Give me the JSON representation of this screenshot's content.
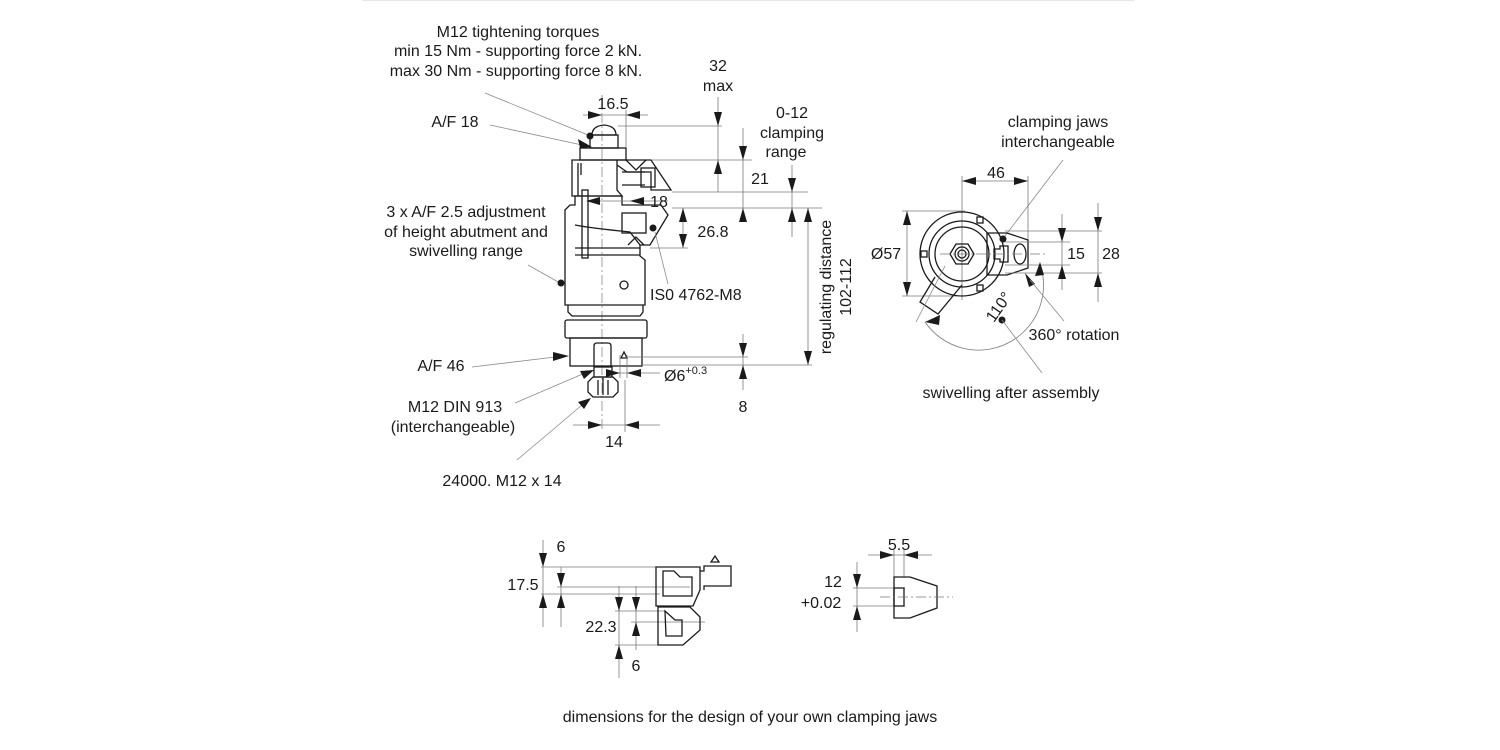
{
  "main_view": {
    "torque_note": {
      "line1": "M12 tightening torques",
      "line2": "min 15 Nm - supporting force 2 kN.",
      "line3": "max 30 Nm - supporting force 8 kN."
    },
    "af18": "A/F 18",
    "dim_16_5": "16.5",
    "dim_32": "32",
    "dim_32_max": "max",
    "clamping_range": {
      "line1": "0-12",
      "line2": "clamping",
      "line3": "range"
    },
    "dim_21": "21",
    "dim_18": "18",
    "dim_26_8": "26.8",
    "adjustment_note": {
      "line1": "3 x A/F 2.5 adjustment",
      "line2": "of height abutment and",
      "line3": "swivelling range"
    },
    "iso_screw": "IS0 4762-M8",
    "regulating": {
      "line1": "regulating distance",
      "line2": "102-112"
    },
    "af46": "A/F 46",
    "dia6": "Ø6",
    "dia6_tol": "+0.3",
    "dim_8": "8",
    "din913": {
      "line1": "M12 DIN 913",
      "line2": "(interchangeable)"
    },
    "dim_14": "14",
    "part_number": "24000. M12 x 14"
  },
  "top_view": {
    "jaws_note": {
      "line1": "clamping jaws",
      "line2": "interchangeable"
    },
    "dim_46": "46",
    "dia57": "Ø57",
    "dim_15": "15",
    "dim_28": "28",
    "angle": "110°",
    "rotation": "360° rotation",
    "swivel_note": "swivelling after assembly"
  },
  "jaw_detail": {
    "dim_6_top": "6",
    "dim_17_5": "17.5",
    "dim_22_3": "22.3",
    "dim_6_bottom": "6"
  },
  "insert_detail": {
    "dim_5_5": "5.5",
    "dim_12": "12",
    "dim_12_tol": "+0.02"
  },
  "caption": "dimensions for the design of your own clamping jaws"
}
